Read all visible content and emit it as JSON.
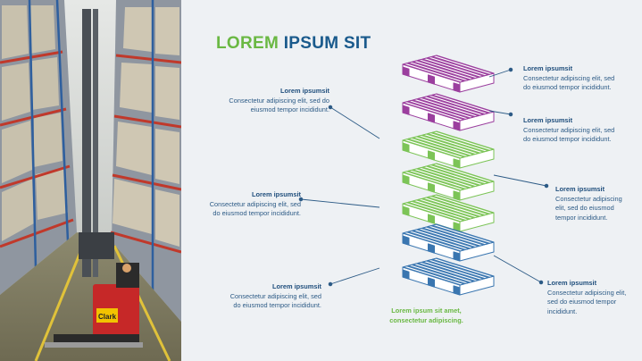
{
  "title": {
    "part1": "LOREM",
    "part2": "IPSUM SIT"
  },
  "colors": {
    "purple": "#9b3f9e",
    "green": "#7cc457",
    "blue": "#3a76b0",
    "heading_green": "#6ab843",
    "heading_blue": "#1a5a8c"
  },
  "photo": {
    "subject": "warehouse-racks-forklift-photo",
    "forklift_sign": "Clark"
  },
  "pallets": [
    {
      "color": "purple"
    },
    {
      "color": "purple"
    },
    {
      "color": "green"
    },
    {
      "color": "green"
    },
    {
      "color": "green"
    },
    {
      "color": "blue"
    },
    {
      "color": "blue"
    }
  ],
  "callouts": {
    "left1": {
      "heading": "Lorem ipsumsit",
      "body": "Consectetur adipiscing elit, sed do eiusmod tempor incididunt."
    },
    "left2": {
      "heading": "Lorem ipsumsit",
      "body": "Consectetur adipiscing elit, sed do eiusmod tempor incididunt."
    },
    "left3": {
      "heading": "Lorem ipsumsit",
      "body": "Consectetur adipiscing elit, sed do eiusmod tempor incididunt."
    },
    "right1": {
      "heading": "Lorem ipsumsit",
      "body": "Consectetur adipiscing elit, sed do eiusmod tempor incididunt."
    },
    "right2": {
      "heading": "Lorem ipsumsit",
      "body": "Consectetur adipiscing elit, sed do eiusmod tempor incididunt."
    },
    "right3": {
      "heading": "Lorem ipsumsit",
      "body": "Consectetur adipiscing elit, sed do eiusmod tempor incididunt."
    },
    "right4": {
      "heading": "Lorem ipsumsit",
      "body": "Consectetur adipiscing elit, sed do eiusmod tempor incididunt."
    }
  },
  "bottom_caption": "Lorem ipsum sit amet, consectetur adipiscing."
}
